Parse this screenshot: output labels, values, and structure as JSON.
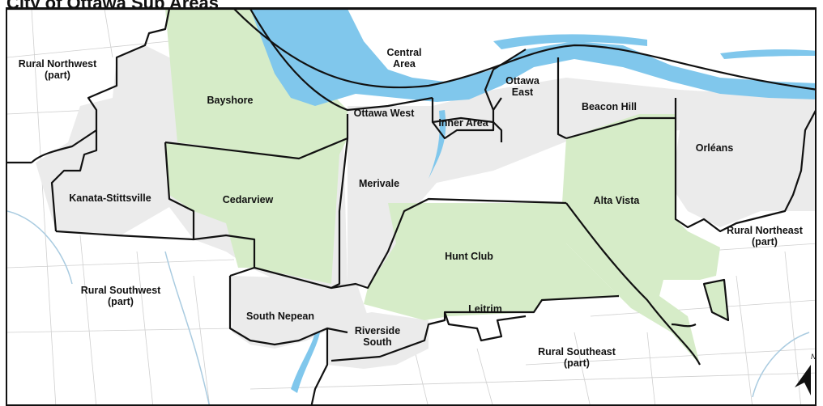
{
  "map": {
    "title": "City of Ottawa Sub Areas",
    "colors": {
      "river": "#80c7ec",
      "shaded_area": "#d6ecc8",
      "urban": "#ebebeb",
      "boundary": "#111111",
      "background": "#ffffff",
      "roads": "#cfcfcf",
      "creek": "#a9cbe0"
    },
    "north_arrow": {
      "label": "N",
      "icon": "north-arrow-icon"
    },
    "areas": {
      "rural_northwest": [
        "Rural Northwest",
        "(part)"
      ],
      "bayshore": [
        "Bayshore"
      ],
      "central_area": [
        "Central",
        "Area"
      ],
      "ottawa_west": [
        "Ottawa West"
      ],
      "inner_area": [
        "Inner Area"
      ],
      "ottawa_east": [
        "Ottawa",
        "East"
      ],
      "beacon_hill": [
        "Beacon Hill"
      ],
      "orleans": [
        "Orléans"
      ],
      "kanata_stittsville": [
        "Kanata-Stittsville"
      ],
      "cedarview": [
        "Cedarview"
      ],
      "merivale": [
        "Merivale"
      ],
      "alta_vista": [
        "Alta Vista"
      ],
      "rural_northeast": [
        "Rural Northeast",
        "(part)"
      ],
      "hunt_club": [
        "Hunt Club"
      ],
      "rural_southwest": [
        "Rural Southwest",
        "(part)"
      ],
      "south_nepean": [
        "South Nepean"
      ],
      "leitrim": [
        "Leitrim"
      ],
      "riverside_south": [
        "Riverside",
        "South"
      ],
      "rural_southeast": [
        "Rural Southeast",
        "(part)"
      ]
    }
  }
}
